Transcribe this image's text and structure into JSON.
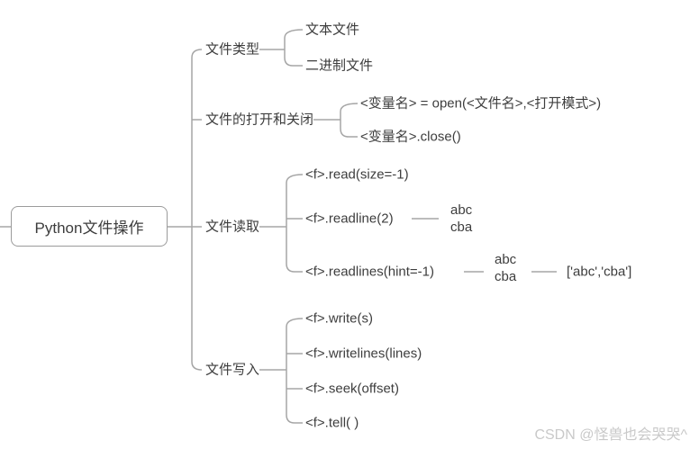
{
  "root": {
    "label": "Python文件操作"
  },
  "branches": [
    {
      "label": "文件类型",
      "children": [
        {
          "label": "文本文件"
        },
        {
          "label": "二进制文件"
        }
      ]
    },
    {
      "label": "文件的打开和关闭",
      "children": [
        {
          "label": "<变量名> = open(<文件名>,<打开模式>)"
        },
        {
          "label": "<变量名>.close()"
        }
      ]
    },
    {
      "label": "文件读取",
      "children": [
        {
          "label": "<f>.read(size=-1)"
        },
        {
          "label": "<f>.readline(2)",
          "output": "abc\ncba"
        },
        {
          "label": "<f>.readlines(hint=-1)",
          "output": "abc\ncba",
          "result": "['abc','cba']"
        }
      ]
    },
    {
      "label": "文件写入",
      "children": [
        {
          "label": "<f>.write(s)"
        },
        {
          "label": "<f>.writelines(lines)"
        },
        {
          "label": "<f>.seek(offset)"
        },
        {
          "label": "<f>.tell( )"
        }
      ]
    }
  ],
  "watermark": {
    "text": "CSDN @怪兽也会哭哭^"
  },
  "colors": {
    "line_color": "#a5a5a5",
    "text_color": "#3d3d3d",
    "root_border_color": "#9b9b9b",
    "watermark_color": "#c9c9c9"
  }
}
